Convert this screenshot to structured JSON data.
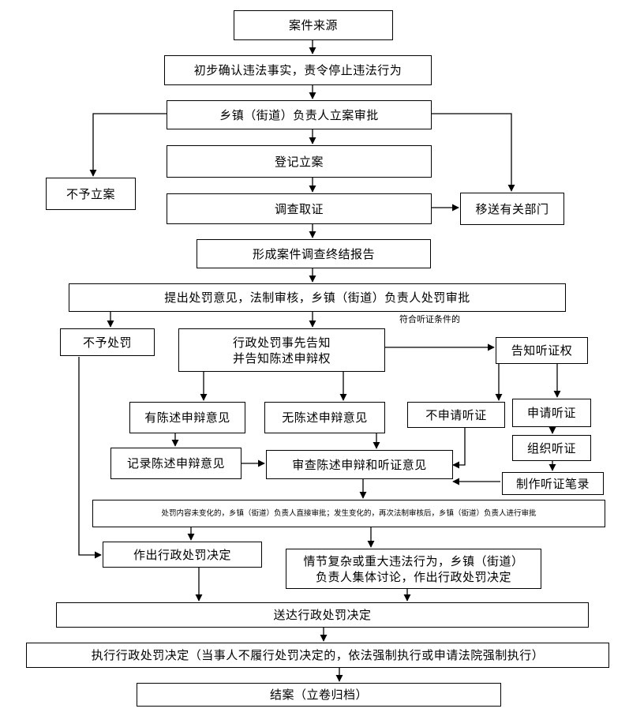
{
  "nodes": {
    "case_source": "案件来源",
    "preliminary": "初步确认违法事实，责令停止违法行为",
    "approval": "乡镇（街道）负责人立案审批",
    "register": "登记立案",
    "no_case": "不予立案",
    "investigate": "调查取证",
    "transfer": "移送有关部门",
    "report": "形成案件调查终结报告",
    "propose": "提出处罚意见，法制审核，乡镇（街道）负责人处罚审批",
    "no_penalty": "不予处罚",
    "prior_notice_l1": "行政处罚事先告知",
    "prior_notice_l2": "并告知陈述申辩权",
    "hearing_right": "告知听证权",
    "has_opinion": "有陈述申辩意见",
    "no_opinion": "无陈述申辩意见",
    "not_apply": "不申请听证",
    "apply": "申请听证",
    "organize": "组织听证",
    "record_opinion": "记录陈述申辩意见",
    "review": "审查陈述申辩和听证意见",
    "hearing_record": "制作听证笔录",
    "decision_note": "处罚内容未变化的，乡镇（街道）负责人直接审批；发生变化的，再次法制审核后，乡镇（街道）负责人进行审批",
    "make_decision": "作出行政处罚决定",
    "collective_l1": "情节复杂或重大违法行为，乡镇（街道）",
    "collective_l2": "负责人集体讨论，作出行政处罚决定",
    "deliver": "送达行政处罚决定",
    "execute": "执行行政处罚决定（当事人不履行处罚决定的，依法强制执行或申请法院强制执行）",
    "archive": "结案（立卷归档）"
  },
  "labels": {
    "hearing_condition": "符合听证条件的"
  },
  "colors": {
    "line": "#000000",
    "background": "#ffffff"
  }
}
